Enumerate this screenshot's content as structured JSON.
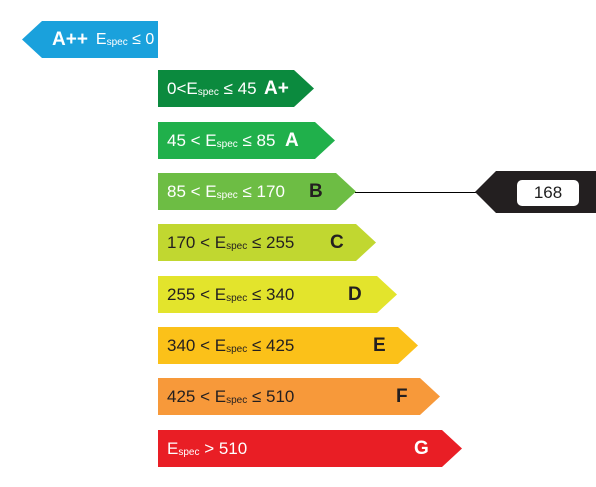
{
  "top_class": {
    "cls": "A++",
    "range": "Espec ≤ 0",
    "color": "#1aa1dc"
  },
  "bands": [
    {
      "range": "0<Espec ≤ 45",
      "cls": "A+",
      "color": "#0b8a3e"
    },
    {
      "range": "45 < Espec ≤ 85",
      "cls": "A",
      "color": "#20b04b"
    },
    {
      "range": "85 < Espec ≤ 170",
      "cls": "B",
      "color": "#6dbd44"
    },
    {
      "range": "170 < Espec ≤ 255",
      "cls": "C",
      "color": "#c1d730"
    },
    {
      "range": "255 < Espec ≤ 340",
      "cls": "D",
      "color": "#e3e42c"
    },
    {
      "range": "340 < Espec ≤ 425",
      "cls": "E",
      "color": "#fbc119"
    },
    {
      "range": "425 < Espec ≤ 510",
      "cls": "F",
      "color": "#f7993a"
    },
    {
      "range": "Espec > 510",
      "cls": "G",
      "color": "#e91e25"
    }
  ],
  "indicator": {
    "value": "168",
    "points_to": "B"
  }
}
